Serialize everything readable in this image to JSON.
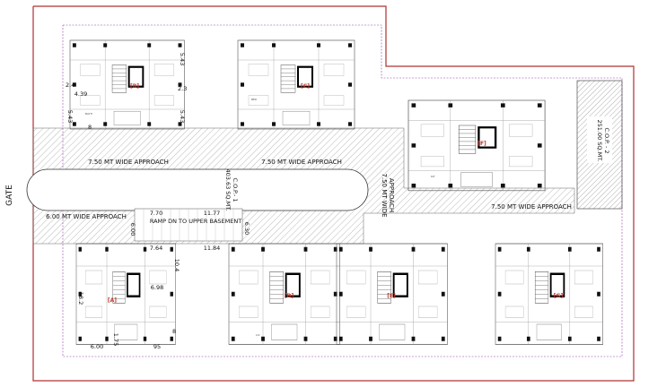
{
  "gate": "GATE",
  "approaches": {
    "top_left": "7.50 MT WIDE APPROACH",
    "top_mid": "7.50 MT WIDE APPROACH",
    "vertical_1": "7.50 MT WIDE",
    "vertical_2": "APPROACH",
    "right": "7.50 MT WIDE APPROACH",
    "left": "6.00 MT WIDE APPROACH"
  },
  "ramp": "RAMP DN TO UPPER BASEMENT",
  "cop1": {
    "title": "C.O.P.- 1",
    "area": "403.63 SQ.MT."
  },
  "cop2": {
    "title": "C.O.P. - 2",
    "area": "251.00 SQ.MT."
  },
  "blocks": [
    "[A]",
    "[B]",
    "[C]",
    "[D]",
    "[E]",
    "[F]",
    "[G]"
  ],
  "dims": {
    "ramp_770": "7.70",
    "ramp_1177": "11.77",
    "ramp_630": "6.30",
    "ramp_600": "6.00",
    "ramp_764": "7.64",
    "ramp_1184": "11.84",
    "b_543a": "5.43",
    "b_543b": "5.43",
    "b_543c": "5.43",
    "b_543d": "5.43",
    "b_439": "4.39",
    "b_24": "2.4",
    "b_23": "2.3",
    "b_8": "8",
    "a_104": "10.4",
    "a_698": "6.98",
    "a_182": "18.2",
    "a_8": "8",
    "a_600": "6.00",
    "a_175": "1.75",
    "a_95": "95"
  },
  "rooms": {
    "bath": "BATH",
    "bed": "BED",
    "kitchen": "KIT",
    "living": "LIV"
  }
}
